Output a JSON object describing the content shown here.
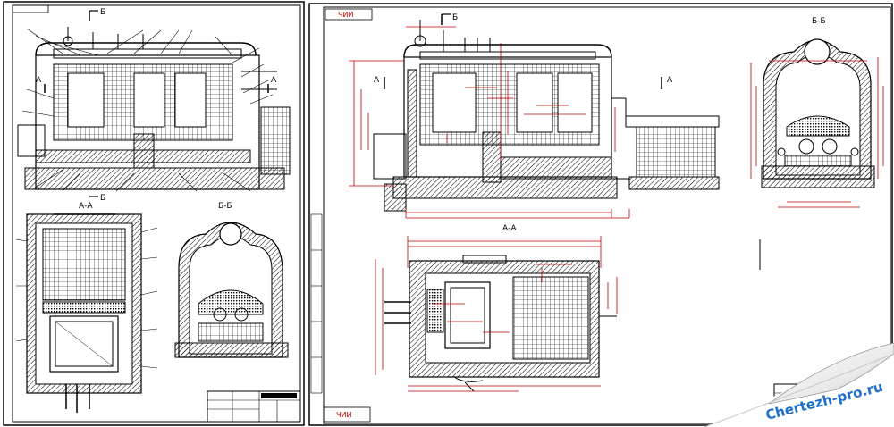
{
  "sheet_left": {
    "section_top": "Б",
    "section_bottom": "Б",
    "arrow_left": "А",
    "arrow_right": "А",
    "plan_title": "А-А",
    "section_title": "Б-Б"
  },
  "sheet_right": {
    "stamp": "ЧИИ",
    "section_top": "Б",
    "arrow_left": "А",
    "arrow_right": "А",
    "plan_title": "А-А",
    "section_title": "Б-Б",
    "corner_stamp": "ЧИИ"
  },
  "watermark": "Chertezh-pro.ru",
  "colors": {
    "line": "#000000",
    "dimension": "#c00000",
    "watermark": "#1e6fd0"
  }
}
